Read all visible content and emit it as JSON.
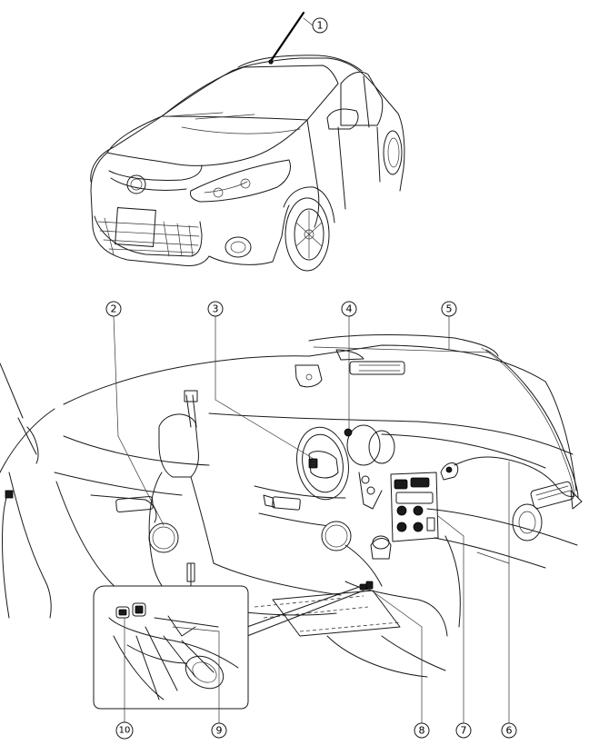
{
  "callouts": [
    {
      "id": "1",
      "label": "1"
    },
    {
      "id": "2",
      "label": "2"
    },
    {
      "id": "3",
      "label": "3"
    },
    {
      "id": "4",
      "label": "4"
    },
    {
      "id": "5",
      "label": "5"
    },
    {
      "id": "6",
      "label": "6"
    },
    {
      "id": "7",
      "label": "7"
    },
    {
      "id": "8",
      "label": "8"
    },
    {
      "id": "9",
      "label": "9"
    },
    {
      "id": "10",
      "label": "10"
    }
  ],
  "icons": {
    "car_exterior": "hatchback-car-exterior-illustration",
    "car_interior": "vehicle-cabin-interior-illustration",
    "antenna": "roof-antenna",
    "door_speaker": "door-speaker",
    "steering_switch": "steering-audio-switch",
    "microphone": "overhead-microphone",
    "antenna_feeder": "antenna-feeder-cable",
    "audio_unit": "audio-unit",
    "center_speaker": "center-console-speaker",
    "aux_jack": "auxiliary-jack"
  }
}
